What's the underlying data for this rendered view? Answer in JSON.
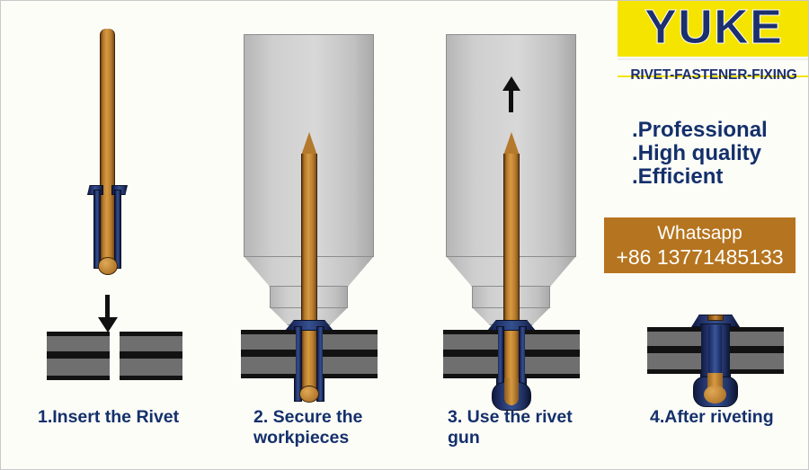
{
  "brand": {
    "wordmark": "YUKE",
    "tagline": "RIVET-FASTENER-FIXING",
    "yellow": "#f5e400",
    "navy": "#1c2f6e"
  },
  "bullets": [
    ".Professional",
    ".High quality",
    ".Efficient"
  ],
  "contact": {
    "channel_label": "Whatsapp",
    "number": "+86 13771485133",
    "background": "#b5741f",
    "text_color": "#ffffff"
  },
  "steps": [
    {
      "caption": "1.Insert the Rivet",
      "icon": "rivet-and-plates-icon",
      "arrow": "arrow-down-icon"
    },
    {
      "caption": "2. Secure the workpieces",
      "icon": "rivet-gun-seated-icon",
      "arrow": ""
    },
    {
      "caption": "3. Use the rivet gun",
      "icon": "rivet-gun-pulling-icon",
      "arrow": "arrow-up-icon"
    },
    {
      "caption": "4.After riveting",
      "icon": "set-rivet-icon",
      "arrow": ""
    }
  ],
  "colors": {
    "background": "#fdfdf8",
    "plate_gray": "#6f6f6f",
    "plate_edge": "#121212",
    "rivet_blue": "#24366f",
    "mandrel_orange": "#b4792c",
    "gun_gray": "#cfcfcf",
    "caption_navy": "#14306b"
  }
}
